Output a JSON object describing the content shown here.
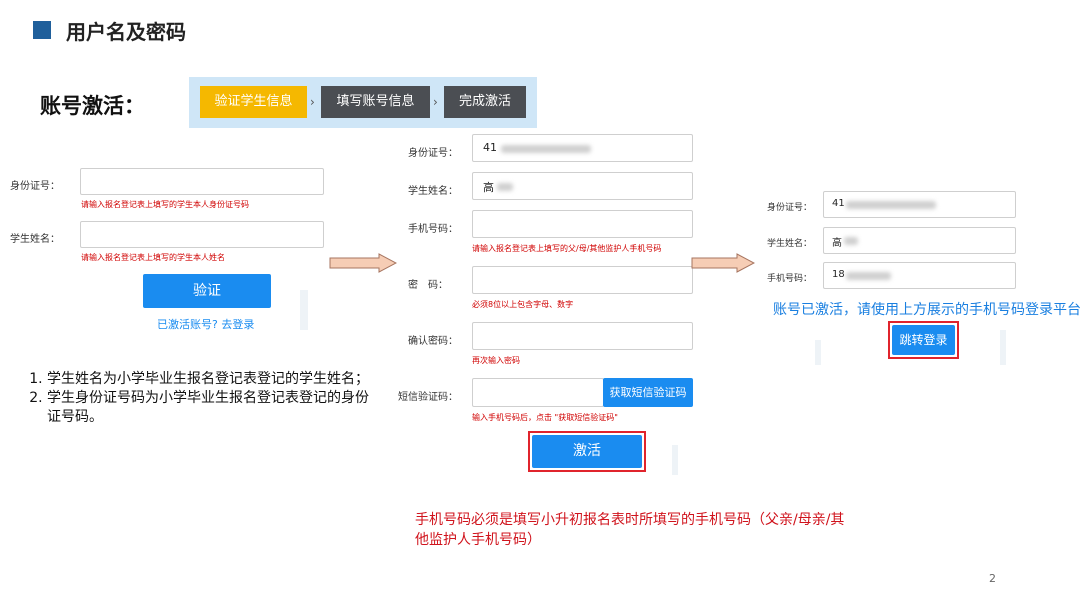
{
  "header": {
    "title": "用户名及密码"
  },
  "activation": {
    "heading": "账号激活："
  },
  "steps": [
    "验证学生信息",
    "填写账号信息",
    "完成激活"
  ],
  "panel1": {
    "id_label": "身份证号：",
    "id_hint": "请输入报名登记表上填写的学生本人身份证号码",
    "name_label": "学生姓名：",
    "name_hint": "请输入报名登记表上填写的学生本人姓名",
    "verify_button": "验证",
    "login_link": "已激活账号? 去登录"
  },
  "notes": [
    "学生姓名为小学毕业生报名登记表登记的学生姓名；",
    "学生身份证号码为小学毕业生报名登记表登记的身份证号码。"
  ],
  "panel2": {
    "id_label": "身份证号：",
    "id_value": "41",
    "name_label": "学生姓名：",
    "name_value": "高",
    "phone_label": "手机号码：",
    "phone_hint": "请输入报名登记表上填写的父/母/其他监护人手机号码",
    "pwd_label": "密　码：",
    "pwd_hint": "必须8位以上包含字母、数字",
    "confirm_label": "确认密码：",
    "confirm_hint": "再次输入密码",
    "sms_label": "短信验证码：",
    "sms_button": "获取短信验证码",
    "sms_hint": "输入手机号码后，点击 \"获取短信验证码\"",
    "activate_button": "激活"
  },
  "panel3": {
    "id_label": "身份证号：",
    "id_value": "41",
    "name_label": "学生姓名：",
    "name_value": "高",
    "phone_label": "手机号码：",
    "phone_value": "18",
    "activated_msg": "账号已激活，请使用上方展示的手机号码登录平台",
    "jump_button": "跳转登录"
  },
  "phone_note": "手机号码必须是填写小升初报名表时所填写的手机号码（父亲/母亲/其他监护人手机号码）",
  "page_number": "2",
  "colors": {
    "accent_blue": "#1a8cf0",
    "step_active": "#f5b800",
    "step_inactive": "#4b4e53",
    "highlight_red": "#e0242c",
    "heading_square": "#1f5f9b"
  }
}
